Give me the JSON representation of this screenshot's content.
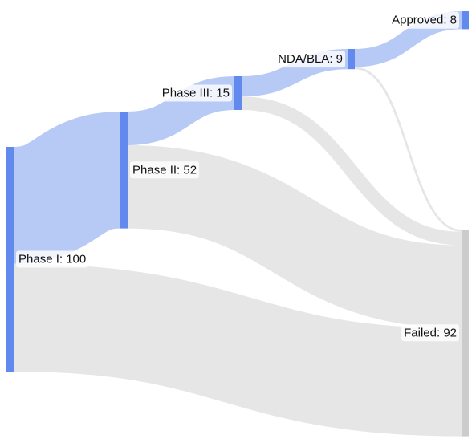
{
  "chart_data": {
    "type": "sankey",
    "title": "",
    "nodes": [
      {
        "id": "phase1",
        "label": "Phase I: 100",
        "value": 100,
        "color": "#6289ee"
      },
      {
        "id": "phase2",
        "label": "Phase II: 52",
        "value": 52,
        "color": "#6289ee"
      },
      {
        "id": "phase3",
        "label": "Phase III: 15",
        "value": 15,
        "color": "#6289ee"
      },
      {
        "id": "nda",
        "label": "NDA/BLA: 9",
        "value": 9,
        "color": "#6289ee"
      },
      {
        "id": "approved",
        "label": "Approved: 8",
        "value": 8,
        "color": "#6289ee"
      },
      {
        "id": "failed",
        "label": "Failed: 92",
        "value": 92,
        "color": "#cccccc"
      }
    ],
    "links": [
      {
        "source": "phase1",
        "target": "phase2",
        "value": 52,
        "kind": "advance"
      },
      {
        "source": "phase1",
        "target": "failed",
        "value": 48,
        "kind": "fail"
      },
      {
        "source": "phase2",
        "target": "phase3",
        "value": 15,
        "kind": "advance"
      },
      {
        "source": "phase2",
        "target": "failed",
        "value": 37,
        "kind": "fail"
      },
      {
        "source": "phase3",
        "target": "nda",
        "value": 9,
        "kind": "advance"
      },
      {
        "source": "phase3",
        "target": "failed",
        "value": 6,
        "kind": "fail"
      },
      {
        "source": "nda",
        "target": "approved",
        "value": 8,
        "kind": "advance"
      },
      {
        "source": "nda",
        "target": "failed",
        "value": 1,
        "kind": "fail"
      }
    ],
    "colors": {
      "advance_link": "#b7c9f5",
      "fail_link": "#e6e6e6",
      "stage_node": "#6289ee",
      "failed_node": "#cccccc"
    }
  }
}
